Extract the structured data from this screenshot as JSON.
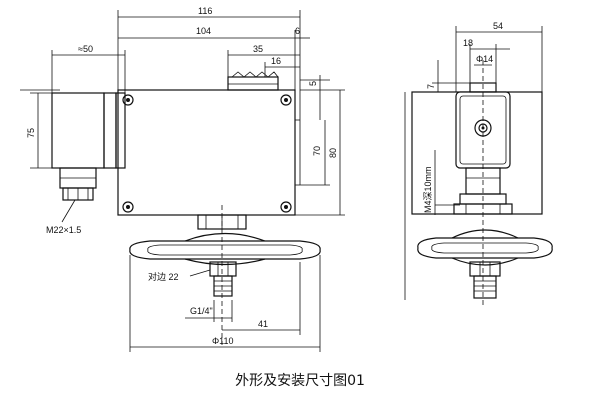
{
  "dims": {
    "d116": "116",
    "d104": "104",
    "d6": "6",
    "d54": "54",
    "d50": "≈50",
    "d35": "35",
    "d16": "16",
    "d18": "18",
    "d14": "Φ14",
    "d5": "5",
    "d7": "7",
    "d75": "75",
    "d70": "70",
    "d80": "80",
    "m22": "M22×1.5",
    "m4": "M4深10mm",
    "hex22": "对边 22",
    "g14": "G1/4\"",
    "d41": "41",
    "d110": "Φ110"
  },
  "caption": "外形及安装尺寸图01"
}
